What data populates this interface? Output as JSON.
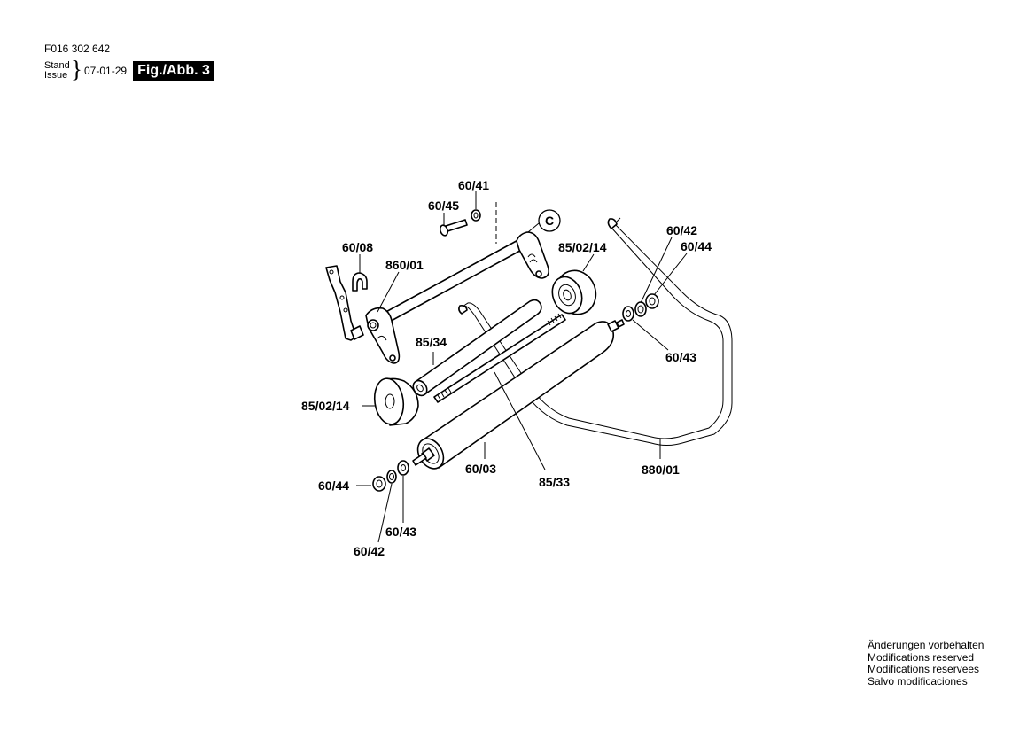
{
  "header": {
    "document_number": "F016 302 642",
    "stand_label": "Stand",
    "issue_label": "Issue",
    "brace": "}",
    "date": "07-01-29",
    "figure_label": "Fig./Abb. 3"
  },
  "callouts": {
    "c_marker": "C",
    "p60_41": "60/41",
    "p60_45": "60/45",
    "p60_08": "60/08",
    "p860_01": "860/01",
    "p85_02_14_top": "85/02/14",
    "p60_42_top": "60/42",
    "p60_44_top": "60/44",
    "p60_43_top": "60/43",
    "p85_34": "85/34",
    "p85_02_14_left": "85/02/14",
    "p60_03": "60/03",
    "p85_33": "85/33",
    "p880_01": "880/01",
    "p60_44_bottom": "60/44",
    "p60_43_bottom": "60/43",
    "p60_42_bottom": "60/42"
  },
  "footer_notes": [
    "Änderungen vorbehalten",
    "Modifications reserved",
    "Modifications reservees",
    "Salvo modificaciones"
  ]
}
